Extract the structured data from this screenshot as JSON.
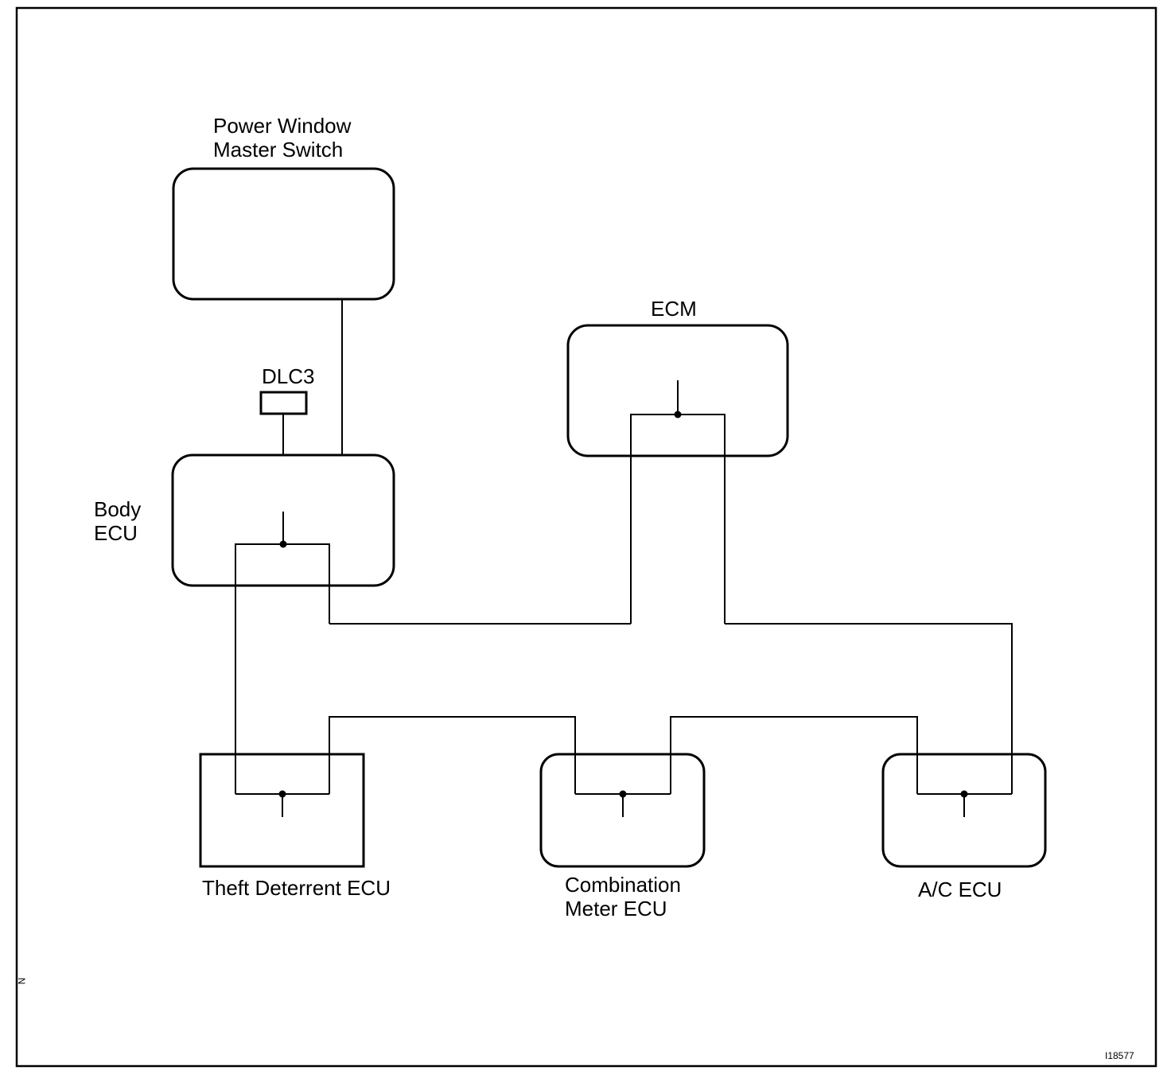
{
  "diagram": {
    "nodes": {
      "power_window": {
        "line1": "Power Window",
        "line2": "Master Switch"
      },
      "dlc3": {
        "label": "DLC3"
      },
      "ecm": {
        "label": "ECM"
      },
      "body_ecu": {
        "line1": "Body",
        "line2": "ECU"
      },
      "theft": {
        "label": "Theft Deterrent ECU"
      },
      "combination": {
        "line1": "Combination",
        "line2": "Meter ECU"
      },
      "ac": {
        "label": "A/C ECU"
      }
    },
    "corner_mark": "N",
    "figure_code": "I18577"
  }
}
